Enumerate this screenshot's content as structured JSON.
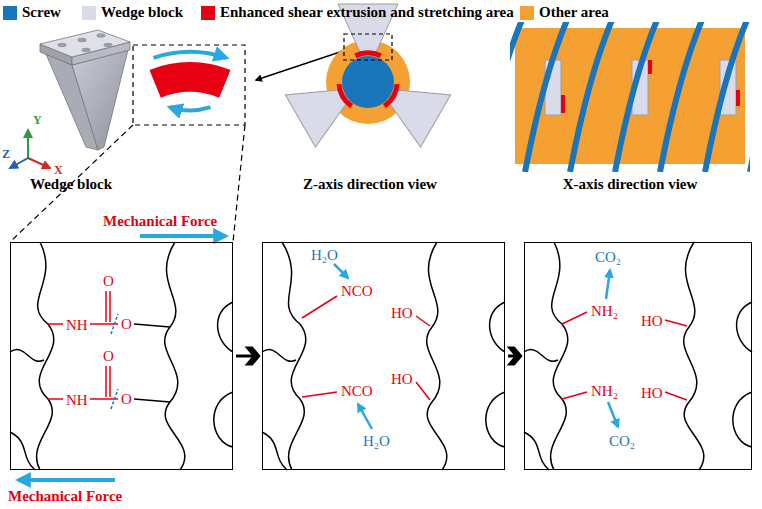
{
  "diagram": {
    "nodes": [
      {
        "text": [
          "NH",
          "O",
          "O",
          "NH",
          "O",
          "O"
        ]
      },
      {
        "text": [
          "H₂O",
          "NCO",
          "HO",
          "NCO",
          "H₂O",
          "HO"
        ]
      },
      {
        "text": [
          "CO₂",
          "NH₂",
          "HO",
          "NH₂",
          "CO₂",
          "HO"
        ]
      }
    ],
    "edges": [
      {
        "from": 0,
        "to": 1,
        "arrow": "to"
      },
      {
        "from": 1,
        "to": 2,
        "arrow": "to"
      }
    ],
    "labels": [
      "Y",
      "X",
      "Z",
      "Wedge block",
      "Z-axis direction view",
      "X-axis direction view",
      "Mechanical Force",
      "Mechanical Force"
    ],
    "legend": [
      {
        "text": "Screw",
        "color": "#1b75bb"
      },
      {
        "text": "Wedge block",
        "color": "#d9dbe9"
      },
      {
        "text": "Enhanced shear extrusion and stretching area",
        "color": "#e60012"
      },
      {
        "text": "Other area",
        "color": "#f5a033"
      }
    ]
  }
}
